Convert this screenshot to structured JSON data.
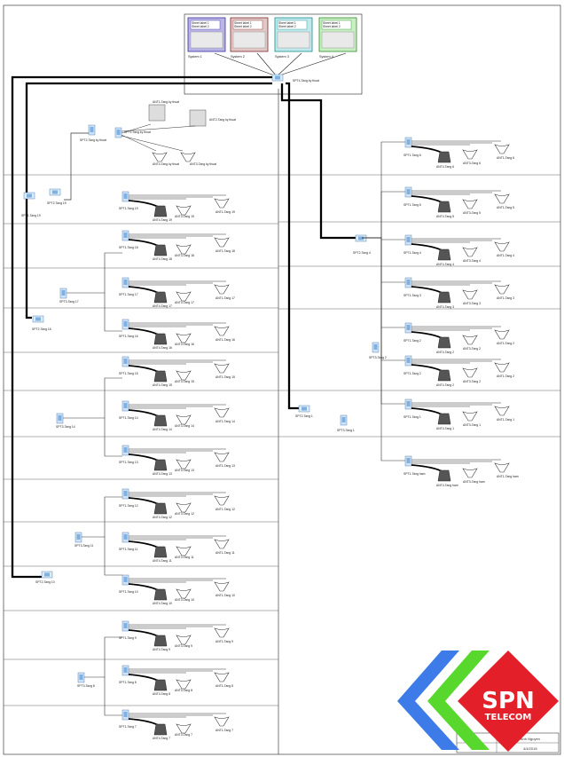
{
  "systems": [
    {
      "label": "System 1",
      "fill": "#b9b5e6",
      "stroke": "#3a2f9a",
      "line1": "Sheet label 1",
      "line2": "Sheet label 2"
    },
    {
      "label": "System 2",
      "fill": "#e2c7c7",
      "stroke": "#7a2b2b",
      "line1": "Sheet label 1",
      "line2": "Sheet label 2"
    },
    {
      "label": "System 3",
      "fill": "#bfe9ea",
      "stroke": "#1e8c8f",
      "line1": "Sheet label 1",
      "line2": "Sheet label 2"
    },
    {
      "label": "System 4",
      "fill": "#c9eec4",
      "stroke": "#2f8a2a",
      "line1": "Sheet label 1",
      "line2": "Sheet label 2"
    }
  ],
  "main_splitter": "SPT4-Tang ky thuat",
  "roof": {
    "spt2": "SPT2-Tang ky thuat",
    "spt1": "SPT1-Tang ky thuat",
    "ant_left": "ANT1-Tang ky thuat",
    "ant_right": "ANT2-Tang ky thuat",
    "ant_omni_a": "ANT4-Tang ky thuat",
    "ant_omni_b": "ANT3-Tang ky thuat"
  },
  "left_riser": {
    "coupler_top": "SPT1-Tang 19",
    "coupler_19": "SPT2-Tang 19",
    "coupler_16": "SPT2-Tang 16",
    "coupler_10": "SPT2-Tang 10"
  },
  "left_floors": [
    {
      "spt": "SPT1-Tang 19",
      "ant_a": "ANT4-Tang 19",
      "ant_b": "ANT3-Tang 19",
      "ant_c": "ANT1-Tang 19"
    },
    {
      "spt": "SPT1-Tang 18",
      "ant_a": "ANT4-Tang 18",
      "ant_b": "ANT3-Tang 18",
      "ant_c": "ANT1-Tang 18"
    },
    {
      "spt": "SPT1-Tang 17",
      "ant_a": "ANT4-Tang 17",
      "ant_b": "ANT3-Tang 17",
      "ant_c": "ANT1-Tang 17"
    },
    {
      "spt": "SPT1-Tang 16",
      "ant_a": "ANT4-Tang 16",
      "ant_b": "ANT3-Tang 16",
      "ant_c": "ANT1-Tang 16"
    },
    {
      "spt": "SPT1-Tang 15",
      "ant_a": "ANT4-Tang 15",
      "ant_b": "ANT3-Tang 15",
      "ant_c": "ANT1-Tang 15"
    },
    {
      "spt": "SPT1-Tang 14",
      "ant_a": "ANT4-Tang 14",
      "ant_b": "ANT3-Tang 14",
      "ant_c": "ANT1-Tang 14"
    },
    {
      "spt": "SPT1-Tang 13",
      "ant_a": "ANT4-Tang 13",
      "ant_b": "ANT3-Tang 13",
      "ant_c": "ANT1-Tang 13"
    },
    {
      "spt": "SPT1-Tang 12",
      "ant_a": "ANT4-Tang 12",
      "ant_b": "ANT3-Tang 12",
      "ant_c": "ANT1-Tang 12"
    },
    {
      "spt": "SPT1-Tang 11",
      "ant_a": "ANT4-Tang 11",
      "ant_b": "ANT3-Tang 11",
      "ant_c": "ANT1-Tang 11"
    },
    {
      "spt": "SPT1-Tang 10",
      "ant_a": "ANT4-Tang 10",
      "ant_b": "ANT3-Tang 10",
      "ant_c": "ANT1-Tang 10"
    },
    {
      "spt": "SPT1-Tang 9",
      "ant_a": "ANT4-Tang 9",
      "ant_b": "ANT3-Tang 9",
      "ant_c": "ANT1-Tang 9"
    },
    {
      "spt": "SPT1-Tang 8",
      "ant_a": "ANT4-Tang 8",
      "ant_b": "ANT3-Tang 8",
      "ant_c": "ANT1-Tang 8"
    },
    {
      "spt": "SPT1-Tang 7",
      "ant_a": "ANT4-Tang 7",
      "ant_b": "ANT3-Tang 7",
      "ant_c": "ANT1-Tang 7"
    }
  ],
  "left_group_splitters": [
    "SPT3-Tang 17",
    "SPT3-Tang 14",
    "SPT3-Tang 11",
    "SPT3-Tang 8"
  ],
  "right_riser": {
    "coupler_4": "SPT2-Tang 4",
    "coupler_1": "SPT2-Tang 1",
    "coupler_2": "SPT3-Tang 2",
    "spt3_1": "SPT3-Tang 1"
  },
  "right_floors": [
    {
      "spt": "SPT1-Tang 6",
      "ant_a": "ANT4-Tang 6",
      "ant_b": "ANT3-Tang 6",
      "ant_c": "ANT1-Tang 6"
    },
    {
      "spt": "SPT1-Tang 5",
      "ant_a": "ANT4-Tang 5",
      "ant_b": "ANT3-Tang 5",
      "ant_c": "ANT1-Tang 5"
    },
    {
      "spt": "SPT1-Tang 4",
      "ant_a": "ANT4-Tang 4",
      "ant_b": "ANT3-Tang 4",
      "ant_c": "ANT1-Tang 4"
    },
    {
      "spt": "SPT1-Tang 3",
      "ant_a": "ANT4-Tang 3",
      "ant_b": "ANT3-Tang 3",
      "ant_c": "ANT1-Tang 3"
    },
    {
      "spt": "SPT1-Tang 2",
      "ant_a": "ANT4-Tang 2",
      "ant_b": "ANT3-Tang 2",
      "ant_c": "ANT1-Tang 2"
    },
    {
      "spt": "SPT1-Tang 2",
      "ant_a": "ANT4-Tang 2",
      "ant_b": "ANT3-Tang 2",
      "ant_c": "ANT1-Tang 2"
    },
    {
      "spt": "SPT1-Tang 1",
      "ant_a": "ANT4-Tang 1",
      "ant_b": "ANT3-Tang 1",
      "ant_c": "ANT1-Tang 1"
    },
    {
      "spt": "SPT1-Tang ham",
      "ant_a": "ANT4-Tang ham",
      "ant_b": "ANT3-Tang ham",
      "ant_c": "ANT1-Tang ham"
    }
  ],
  "title_block": {
    "name": "Hai Anh Nguyen",
    "date": "4/4/2018"
  },
  "logo": {
    "text_top": "SPN",
    "text_bottom": "TELECOM",
    "blue": "#3d7be8",
    "green": "#58d82c",
    "red": "#e3202a"
  }
}
